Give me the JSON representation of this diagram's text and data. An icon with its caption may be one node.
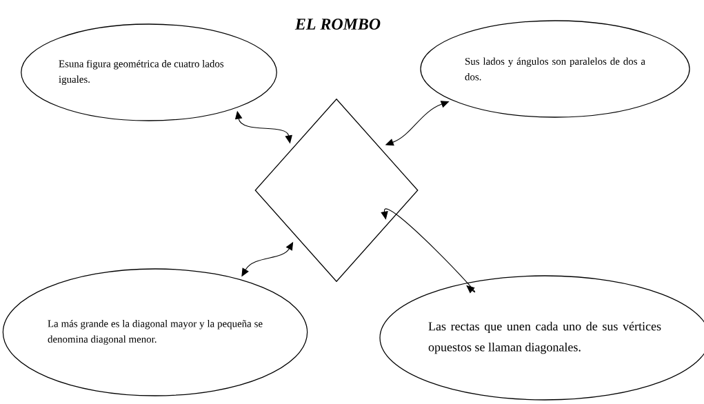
{
  "diagram": {
    "title": "EL ROMBO",
    "nodes": [
      {
        "text": [
          "Esuna figura geométrica de cuatro lados iguales."
        ]
      },
      {
        "text": [
          "Sus lados y ángulos son paralelos de dos a dos."
        ]
      },
      {
        "text": [],
        "shape": "diamond"
      },
      {
        "text": [
          "La más grande es la diagonal mayor y la pequeña se denomina diagonal menor."
        ]
      },
      {
        "text": [
          "Las rectas que unen cada uno de sus vértices opuestos se llaman diagonales."
        ]
      }
    ],
    "edges": [
      {
        "from": 0,
        "to": 2,
        "arrow": "both"
      },
      {
        "from": 1,
        "to": 2,
        "arrow": "both"
      },
      {
        "from": 3,
        "to": 2,
        "arrow": "both"
      },
      {
        "from": 4,
        "to": 2,
        "arrow": "both"
      }
    ]
  }
}
